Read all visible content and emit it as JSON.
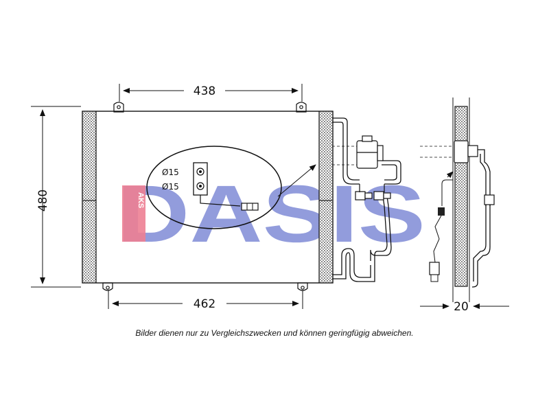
{
  "dimensions": {
    "top_width": "438",
    "bottom_width": "462",
    "height": "480",
    "depth": "20"
  },
  "ports": {
    "port_1": "Ø15",
    "port_2": "Ø15"
  },
  "watermark": {
    "main": "DASIS",
    "small": "AKS"
  },
  "caption": "Bilder dienen nur zu Vergleichszwecken und können geringfügig abweichen.",
  "colors": {
    "line": "#111111",
    "watermark_red": "#e0183c",
    "watermark_blue": "#3a4cc0"
  }
}
